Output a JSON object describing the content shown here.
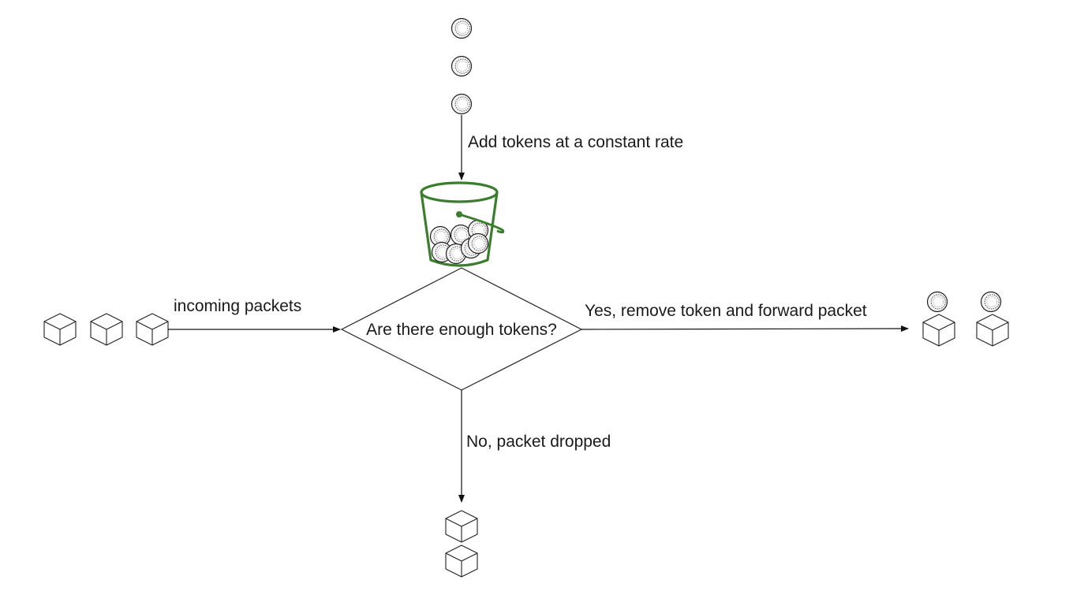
{
  "colors": {
    "bucket": "#3a7d2c",
    "line": "#111111",
    "text": "#1a1a1a"
  },
  "labels": {
    "add_tokens": "Add tokens at a constant rate",
    "incoming": "incoming packets",
    "decision": "Are there enough tokens?",
    "yes": "Yes, remove token and forward packet",
    "no": "No, packet dropped"
  },
  "icons": {
    "token": "token-coin-icon",
    "packet": "packet-cube-icon",
    "bucket": "bucket-icon"
  },
  "counts": {
    "falling_tokens": 3,
    "bucket_tokens": 7,
    "incoming_packets": 3,
    "forwarded_packets": 2,
    "dropped_packets": 2
  }
}
